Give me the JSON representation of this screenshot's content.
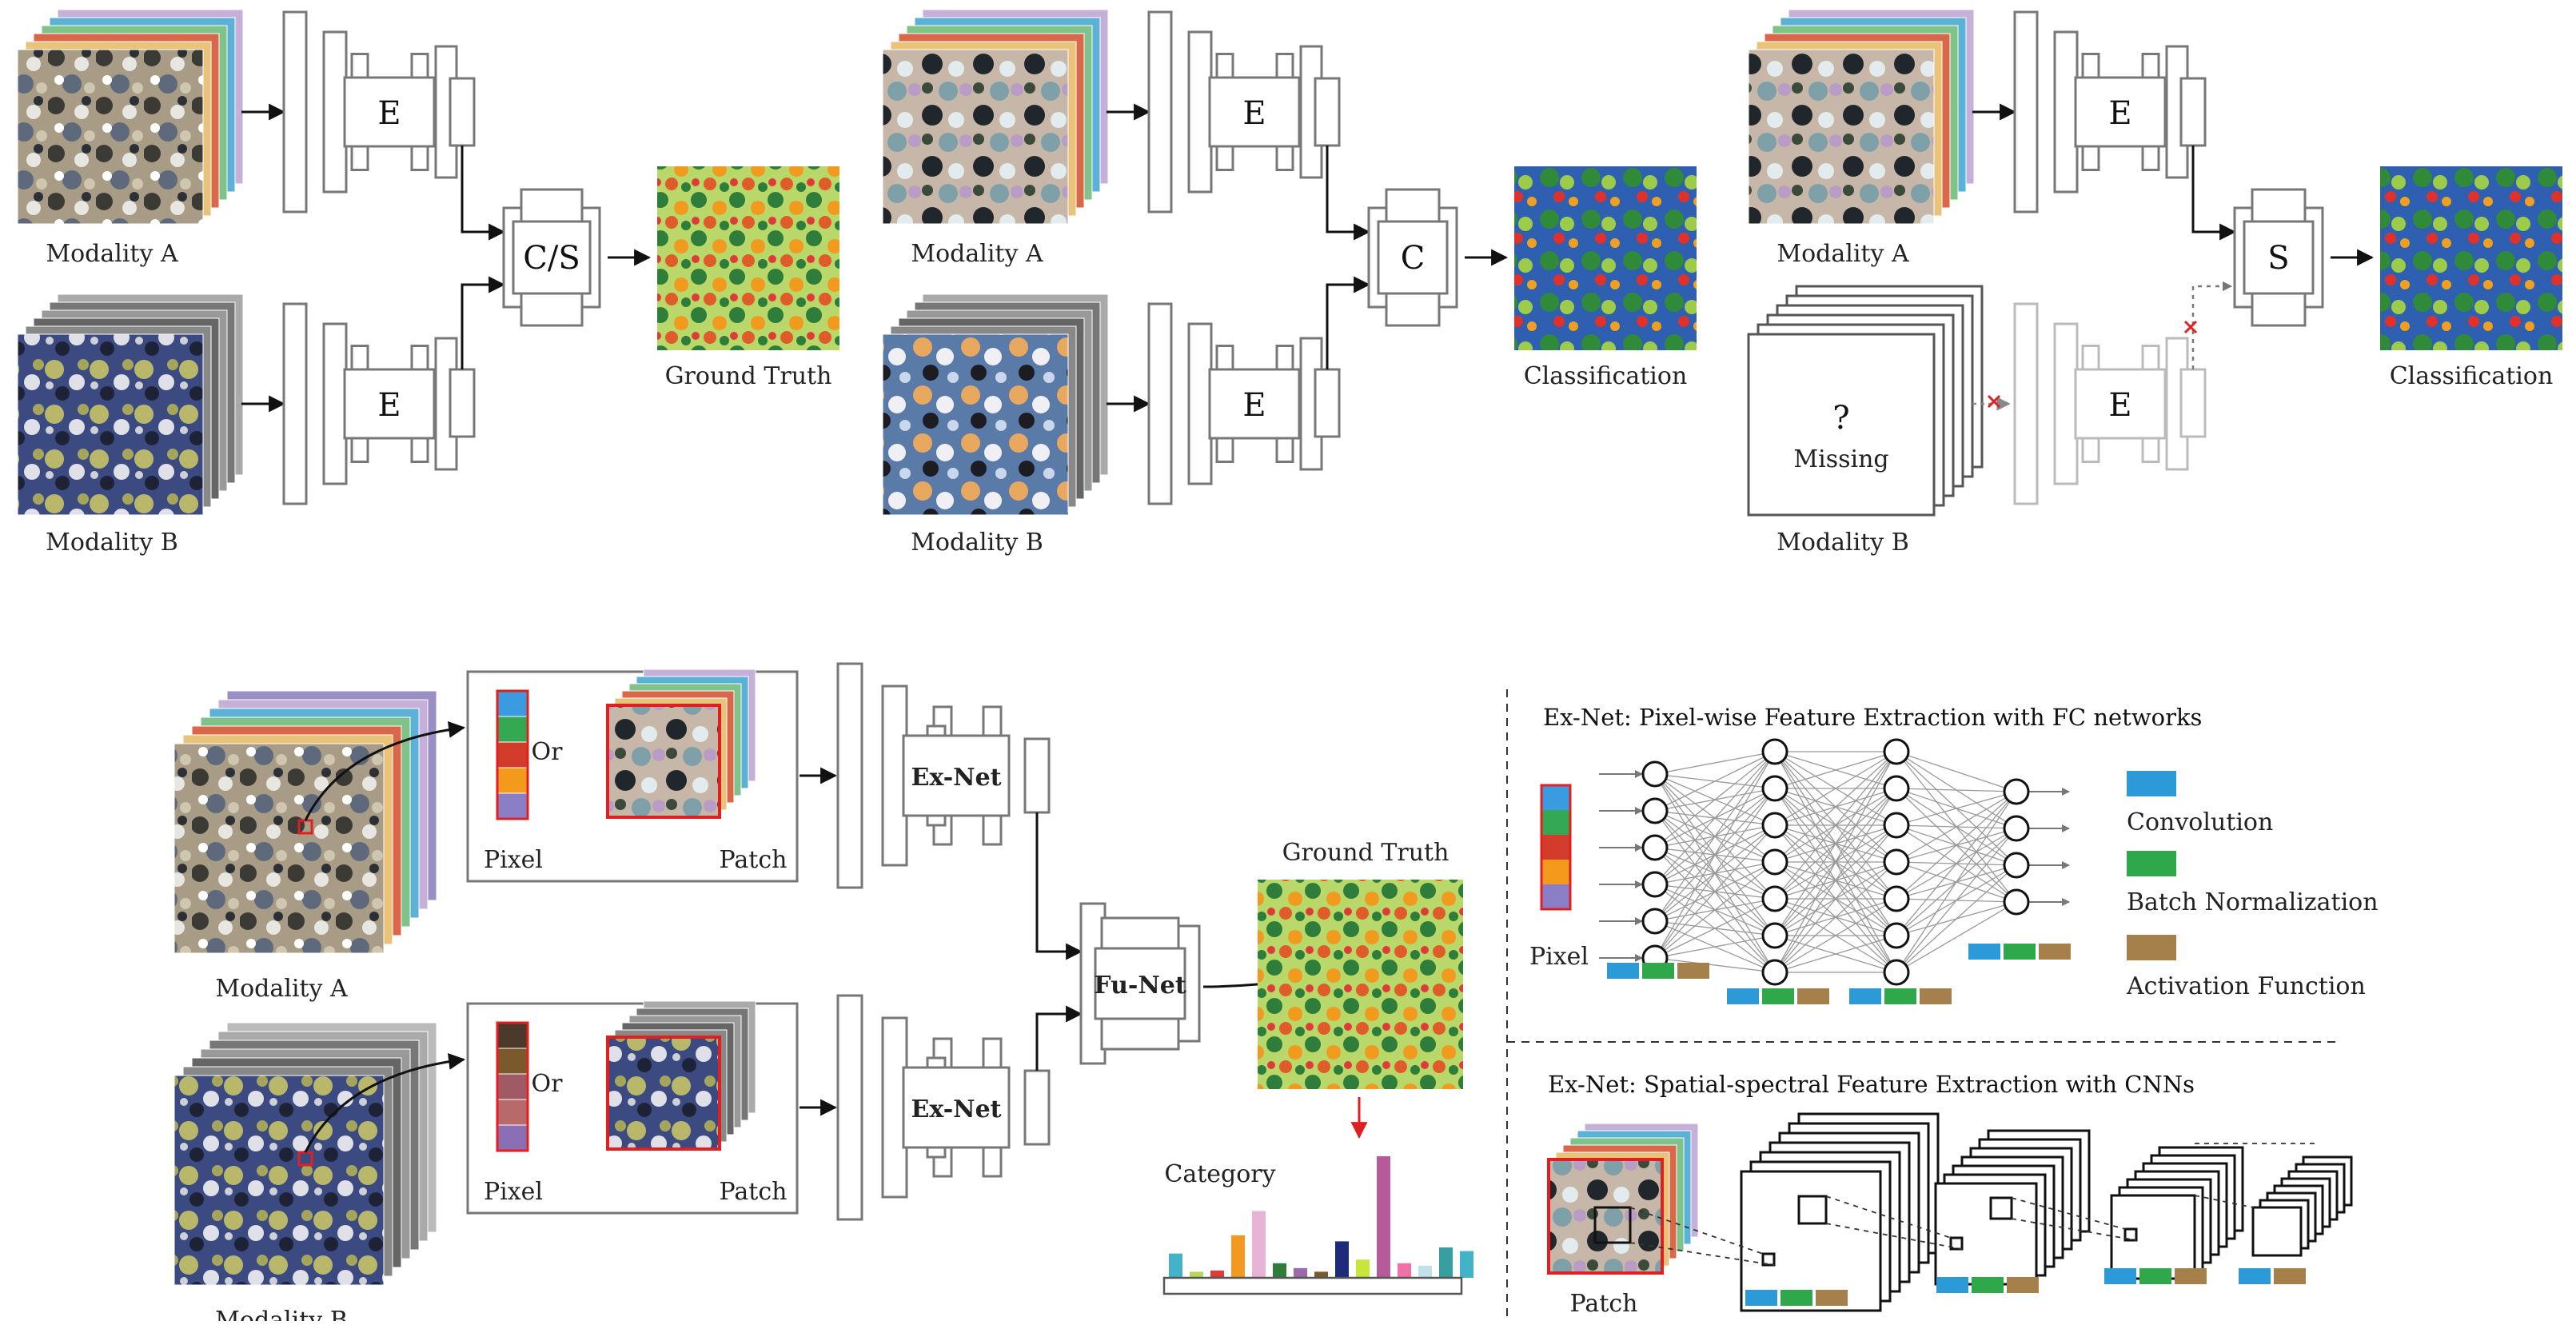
{
  "encoder_letter": "E",
  "fusion_cs": "C/S",
  "fusion_c": "C",
  "fusion_s": "S",
  "labels": {
    "modality_a": "Modality A",
    "modality_b": "Modality B",
    "ground_truth": "Ground Truth",
    "classification": "Classification",
    "missing": "Missing",
    "question": "?",
    "category": "Category",
    "pixel": "Pixel",
    "patch": "Patch",
    "or": "Or",
    "ex_net": "Ex-Net",
    "fu_net": "Fu-Net"
  },
  "panels": {
    "fc_title": "Ex-Net: Pixel-wise Feature Extraction with FC networks",
    "cnn_title": "Ex-Net: Spatial-spectral Feature Extraction with CNNs"
  },
  "legend": [
    {
      "label": "Convolution",
      "color": "#2b9ad6"
    },
    {
      "label": "Batch Normalization",
      "color": "#2ea84a"
    },
    {
      "label": "Activation Function",
      "color": "#a6804a"
    }
  ],
  "colors": {
    "stack": [
      "#9b8ec4",
      "#e9c37a",
      "#d9684a",
      "#7fc28a",
      "#5cb2d6",
      "#c7b0d8"
    ],
    "pixel_a": [
      "#3a9be0",
      "#34a853",
      "#d33c2a",
      "#f39a1c",
      "#8a7fc6"
    ],
    "pixel_b": [
      "#4b3a2a",
      "#7a5a2c",
      "#a05a66",
      "#b86a6a",
      "#8a6fb4"
    ],
    "hist": [
      "#44b3c9",
      "#b7d65a",
      "#e23a3a",
      "#f29a20",
      "#e8b4d6",
      "#2f7d3a",
      "#9b6aa8",
      "#7a5a2c",
      "#1e2a7a",
      "#c8e63a",
      "#b65a9c",
      "#f070a8",
      "#bfe2ea",
      "#36a0a0"
    ],
    "arrow_red": "#e02020"
  },
  "histogram_values": [
    0.2,
    0.05,
    0.06,
    0.35,
    0.55,
    0.12,
    0.08,
    0.05,
    0.3,
    0.15,
    1.0,
    0.12,
    0.1,
    0.25,
    0.22
  ]
}
